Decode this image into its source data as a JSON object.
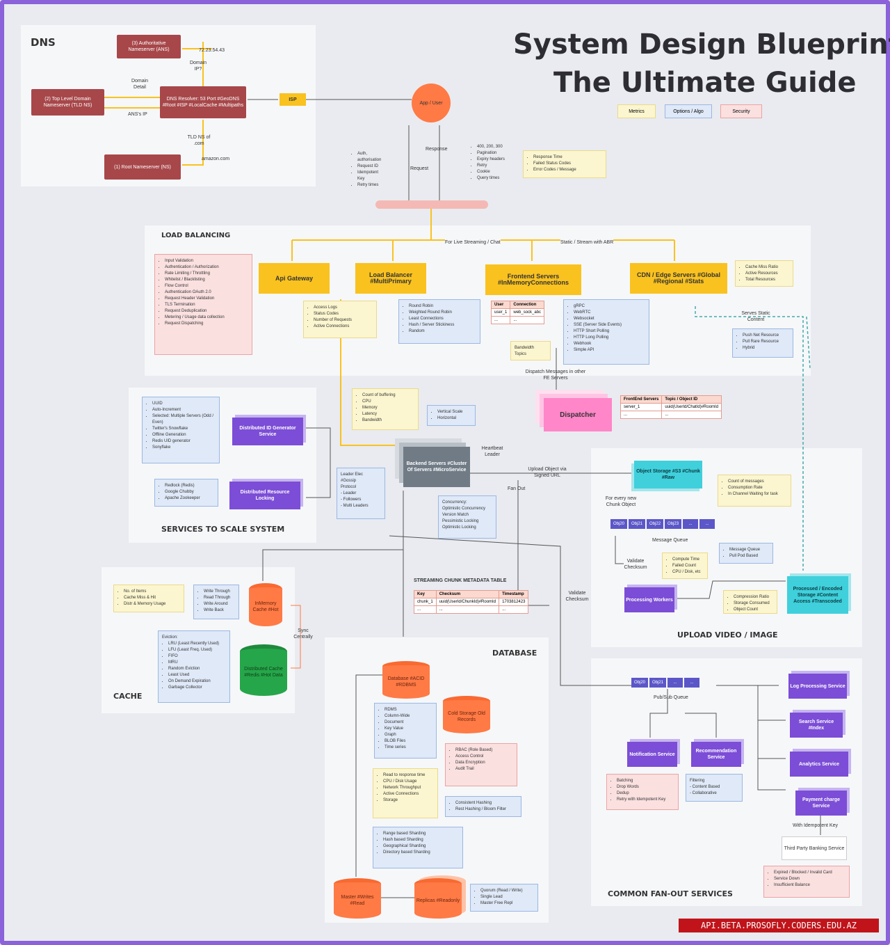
{
  "title": {
    "line1": "System Design Blueprint:",
    "line2": "The Ultimate Guide"
  },
  "legend": [
    "Metrics",
    "Options / Algo",
    "Security"
  ],
  "dns": {
    "title": "DNS",
    "auth_ns": "(3) Authoritative Nameserver (ANS)",
    "tld_ns": "(2) Top Level Domain Nameserver (TLD NS)",
    "resolver": "DNS Resolver: 53 Port #GeoDNS #Root #ISP #LocalCache #Multipaths",
    "root_ns": "(1) Root Nameserver (NS)",
    "isp": "ISP",
    "ip_label": "72.23.54.43",
    "domain_ip": "Domain IP?",
    "domain_detail": "Domain Detail",
    "ans_ip": "ANS's IP",
    "tld_label": "TLD NS of .com",
    "amazon": "amazon.com"
  },
  "client": {
    "app": "App / User",
    "request": "Request",
    "response": "Response",
    "req_items": [
      "Auth, authorisation",
      "Request ID",
      "Idempotent Key",
      "Retry times"
    ],
    "resp_items": [
      "400, 200, 300",
      "Pagination",
      "Expiry headers",
      "Retry",
      "Cookie",
      "Query times"
    ],
    "metrics": [
      "Response Time",
      "Failed Status Codes",
      "Error Codes / Message"
    ]
  },
  "lb": {
    "title": "LOAD BALANCING",
    "streaming_label": "For Live Streaming / Chat",
    "static_label": "Static / Stream with ABR",
    "api_gateway": "Api Gateway",
    "load_balancer": "Load Balancer #MultiPrimary",
    "frontend": "Frontend Servers #InMemoryConnections",
    "cdn": "CDN / Edge Servers #Global #Regional #Stats",
    "security": [
      "Input Validation",
      "Authentication / Authorization",
      "Rate Limiting / Throttling",
      "Whitelist / Blacklisting",
      "Flow Control",
      "Authentication OAuth 2.0",
      "Request Header Validation",
      "TLS Termination",
      "Request Deduplication",
      "Metering / Usage data collection",
      "Request Dispatching"
    ],
    "lb_metrics": [
      "Access Logs",
      "Status Codes",
      "Number of Requests",
      "Active Connections"
    ],
    "lb_algos": [
      "Round Robin",
      "Weighted Round Robin",
      "Least Connections",
      "Hash / Server Stickiness",
      "Random"
    ],
    "conn_cols": [
      "User",
      "Connection"
    ],
    "conn_rows": [
      [
        "user_1",
        "web_sock_abc"
      ],
      [
        "...",
        "..."
      ]
    ],
    "bandwidth": [
      "Bandwidth",
      "Topics"
    ],
    "protocols": [
      "gRPC",
      "WebRTC",
      "Websocket",
      "SSE (Server Side Events)",
      "HTTP Short Polling",
      "HTTP Long Polling",
      "Webhook",
      "Simple API"
    ],
    "cdn_metrics": [
      "Cache Miss Ratio",
      "Active Resources",
      "Total Resources"
    ],
    "serves_label": "Serves Static Content",
    "cdn_algos": [
      "Push Net Resource",
      "Pull Rare Resource",
      "Hybrid"
    ],
    "dispatch_label": "Dispatch Messages in other FE Servers",
    "dispatcher": "Dispatcher",
    "disp_cols": [
      "FrontEnd Servers",
      "Topic / Object ID"
    ],
    "disp_rows": [
      [
        "server_1",
        "uuid(UserId/ChatId)#RoomId"
      ],
      [
        "...",
        "..."
      ]
    ]
  },
  "services": {
    "title": "SERVICES TO SCALE SYSTEM",
    "id_algos": [
      "UUID",
      "Auto-Increment",
      "Selected: Multiple Servers (Odd / Even)",
      "Twitter's Snowflake",
      "Offline Generation",
      "Redis UID generator",
      "Sonyflake"
    ],
    "id_gen": "Distributed ID Generator Service",
    "lock_algos": [
      "Redlock (Redis)",
      "Google Chubby",
      "Apache Zookeeper"
    ],
    "lock": "Distributed Resource Locking",
    "leader": [
      "Leader Elec",
      "#Gossip",
      "Protocol",
      "- Leader",
      "- Followers",
      "- Multi Leaders"
    ],
    "scale_metrics": [
      "Count of buffering",
      "CPU",
      "Memory",
      "Latency",
      "Bandwidth"
    ],
    "scaling": [
      "Vertical Scale",
      "Horizontal"
    ],
    "backend": "Backend Servers #Cluster Of Servers #MicroService",
    "heartbeat": "Heartbeat Leader",
    "concurrency": [
      "Concurrency:",
      "Optimistic Concurrency",
      "Version Match",
      "Pessimistic Locking",
      "Optimistic Locking"
    ]
  },
  "upload": {
    "title": "UPLOAD VIDEO / IMAGE",
    "upload_label": "Upload Object via Signed URL",
    "fan_out": "Fan Out",
    "object_storage": "Object Storage #S3 #Chunk #Raw",
    "storage_metrics": [
      "Count of messages",
      "Consumption Rate",
      "In Channel Waiting for task"
    ],
    "chunk_label": "For every new Chunk Object",
    "queue": [
      "Obj20",
      "Obj21",
      "Obj22",
      "Obj23",
      "...",
      "..."
    ],
    "mq_label": "Message Queue",
    "mq_algos": [
      "Message Queue",
      "Pull Pod Based"
    ],
    "validate": "Validate Checksum",
    "compute": [
      "Compute Time",
      "Failed Count",
      "CPU / Disk, etc"
    ],
    "workers": "Processing Workers",
    "worker_metrics": [
      "Compression Ratio",
      "Storage Consumed",
      "Object Count"
    ],
    "processed": "Processed / Encoded Storage #Content Access #Transcoded",
    "validate2": "Validate Checksum"
  },
  "chunk_table": {
    "title": "STREAMING CHUNK METADATA TABLE",
    "cols": [
      "Key",
      "Checksum",
      "Timestamp"
    ],
    "rows": [
      [
        "chunk_1",
        "uuid(UserId/ChunkId)#RoomId",
        "1703812423"
      ],
      [
        "...",
        "...",
        "..."
      ]
    ]
  },
  "cache": {
    "title": "CACHE",
    "metrics": [
      "No. of Items",
      "Cache Miss & Hit",
      "Distr & Memory Usage"
    ],
    "write": [
      "Write Through",
      "Read Through",
      "Write Around",
      "Write Back"
    ],
    "inmem": "InMemory Cache #Hot",
    "eviction": [
      "Eviction:",
      "LRU (Least Recently Used)",
      "LFU (Least Freq. Used)",
      "FIFO",
      "MRU",
      "Random Eviction",
      "Least Used",
      "On Demand Expiration",
      "Garbage Collector"
    ],
    "distributed": "Distributed Cache #Redis #Hot Data",
    "sync": "Sync Centrally"
  },
  "database": {
    "title": "DATABASE",
    "db": "Database #ACID #RDBMS",
    "cold": "Cold Storage Old Records",
    "types": [
      "RDMS",
      "Column-Wide",
      "Document",
      "Key Value",
      "Graph",
      "BLOB Files",
      "Time series"
    ],
    "security": [
      "RBAC (Role Based)",
      "Access Control",
      "Data Encryption",
      "Audit Trail"
    ],
    "metrics": [
      "Read to response time",
      "CPU / Disk Usage",
      "Network Throughput",
      "Active Connections",
      "Storage"
    ],
    "hashing": [
      "Consistent Hashing",
      "Rest Hashing / Bloom Filter"
    ],
    "sharding": [
      "Range based Sharding",
      "Hash based Sharding",
      "Geographical Sharding",
      "Directory based Sharding"
    ],
    "master": "Master #Writes #Read",
    "replica": "Replicas #Readonly",
    "replication": [
      "Quorum (Read / Write)",
      "Single Lead",
      "Master Free Repl"
    ]
  },
  "fanout": {
    "title": "COMMON FAN-OUT SERVICES",
    "queue": [
      "Obj20",
      "Obj21",
      "...",
      "..."
    ],
    "pubsub": "Pub/Sub Queue",
    "notification": "Notification Service",
    "recommendation": "Recommendation Service",
    "notif_notes": [
      "Batching",
      "Drop Words",
      "Dedup",
      "Retry with Idempotent Key"
    ],
    "rec_notes": [
      "Filtering",
      "- Content Based",
      "- Collaborative"
    ],
    "log": "Log Processing Service",
    "search": "Search Service #Index",
    "analytics": "Analytics Service",
    "payment": "Payment charge Service",
    "idem_label": "With Idempotent Key",
    "third_party": "Third Party Banking Service",
    "payment_notes": [
      "Expired / Blocked / Invalid Card",
      "Service Down",
      "Insufficient Balance"
    ]
  },
  "watermark": "API.BETA.PROSOFLY.CODERS.EDU.AZ",
  "colors": {
    "border": "#8b62d9",
    "red_node": "#a7474a",
    "yellow_node": "#f9c21f",
    "purple_node": "#7c4dd6",
    "cyan_node": "#3fd0dc",
    "orange_db": "#ff7a45",
    "green_cache": "#26a64a",
    "gray_backend": "#707b86",
    "pink_dispatcher": "#ff86c8"
  }
}
